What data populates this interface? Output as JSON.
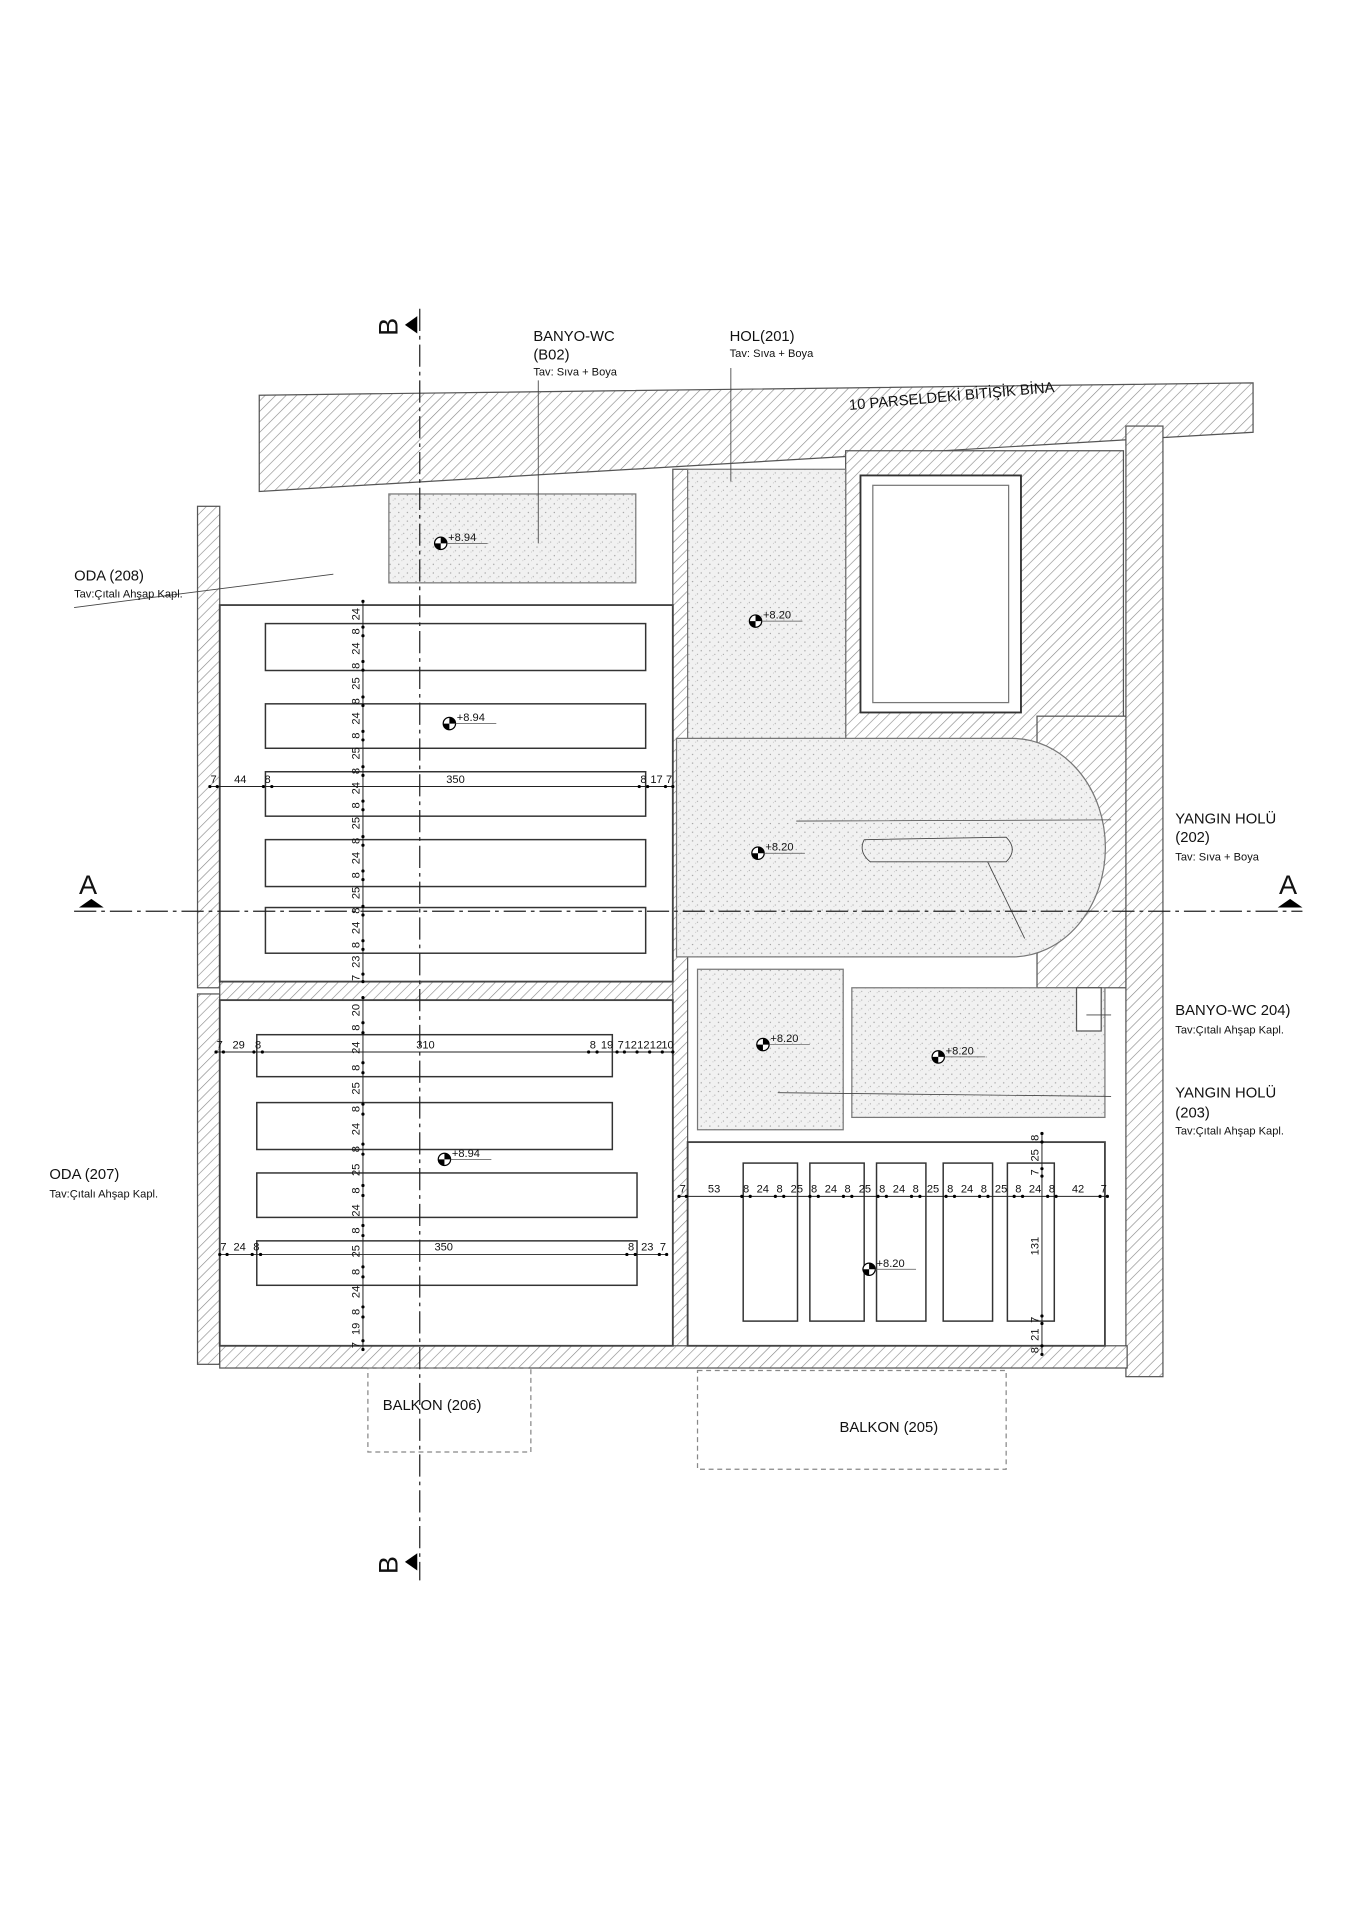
{
  "section_marks": {
    "a_left": "A",
    "a_right": "A",
    "b_top": "B",
    "b_bottom": "B"
  },
  "adjacent_building": "10 PARSELDEKİ  BİTİŞİK BİNA",
  "rooms": {
    "banyo_b02": {
      "name": "BANYO-WC",
      "code": "(B02)",
      "ceiling": "Tav: Sıva + Boya"
    },
    "hol_201": {
      "name": "HOL(201)",
      "ceiling": "Tav: Sıva + Boya"
    },
    "oda_208": {
      "name": "ODA (208)",
      "ceiling": "Tav:Çıtalı Ahşap Kapl."
    },
    "yangin_202": {
      "name": "YANGIN HOLÜ",
      "code": "(202)",
      "ceiling": "Tav: Sıva + Boya"
    },
    "banyo_204": {
      "name": "BANYO-WC 204)",
      "ceiling": "Tav:Çıtalı Ahşap Kapl."
    },
    "yangin_203": {
      "name": "YANGIN HOLÜ",
      "code": "(203)",
      "ceiling": "Tav:Çıtalı Ahşap Kapl."
    },
    "oda_207": {
      "name": "ODA (207)",
      "ceiling": "Tav:Çıtalı Ahşap Kapl."
    },
    "balkon_206": {
      "name": "BALKON (206)"
    },
    "balkon_205": {
      "name": "BALKON (205)"
    }
  },
  "elevations": [
    "+8.94",
    "+8.20",
    "+8.94",
    "+8.20",
    "+8.20",
    "+8.20",
    "+8.94",
    "+8.20"
  ],
  "dimensions": {
    "oda208_horizontal": [
      "7",
      "44",
      "8",
      "350",
      "8",
      "17",
      "7"
    ],
    "oda207_horizontal_top": [
      "7",
      "29",
      "8",
      "310",
      "8",
      "19",
      "7",
      "12",
      "12",
      "12",
      "10"
    ],
    "oda207_horizontal_bottom": [
      "7",
      "24",
      "8",
      "350",
      "8",
      "23",
      "7"
    ],
    "room_se_horizontal": [
      "7",
      "53",
      "8",
      "24",
      "8",
      "25",
      "8",
      "24",
      "8",
      "25",
      "8",
      "24",
      "8",
      "25",
      "8",
      "24",
      "8",
      "25",
      "8",
      "24",
      "8",
      "42",
      "7"
    ],
    "oda208_vertical": [
      "24",
      "8",
      "24",
      "8",
      "25",
      "8",
      "24",
      "8",
      "25",
      "8",
      "24",
      "8",
      "25",
      "8",
      "24",
      "8",
      "25",
      "8",
      "24",
      "8",
      "23",
      "7"
    ],
    "oda207_vertical": [
      "20",
      "8",
      "24",
      "8",
      "25",
      "8",
      "24",
      "8",
      "25",
      "8",
      "24",
      "8",
      "25",
      "8",
      "24",
      "8",
      "19",
      "7"
    ],
    "room_se_vertical": [
      "8",
      "25",
      "7",
      "131",
      "7",
      "21",
      "8"
    ]
  }
}
